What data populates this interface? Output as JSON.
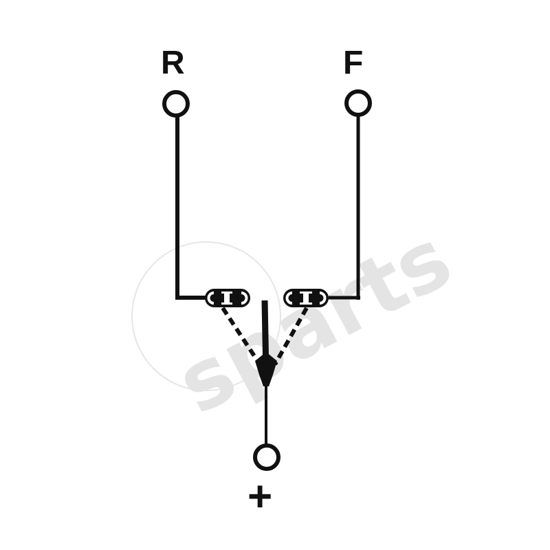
{
  "diagram": {
    "type": "electrical-switch-schematic",
    "terminals": [
      {
        "id": "R",
        "label": "R",
        "position": "top-left"
      },
      {
        "id": "F",
        "label": "F",
        "position": "top-right"
      },
      {
        "id": "plus",
        "label": "+",
        "position": "bottom-center"
      }
    ],
    "contacts": [
      {
        "id": "contact-left",
        "connects": "R"
      },
      {
        "id": "contact-right",
        "connects": "F"
      }
    ],
    "switch": {
      "common_terminal": "+",
      "positions": [
        "R",
        "neutral",
        "F"
      ],
      "line_styles": {
        "neutral": "solid",
        "R": "dashed",
        "F": "dashed"
      }
    },
    "colors": {
      "stroke": "#111111",
      "background": "#ffffff",
      "watermark": "#e4e4e4"
    }
  },
  "watermark": {
    "text": "sparts"
  }
}
